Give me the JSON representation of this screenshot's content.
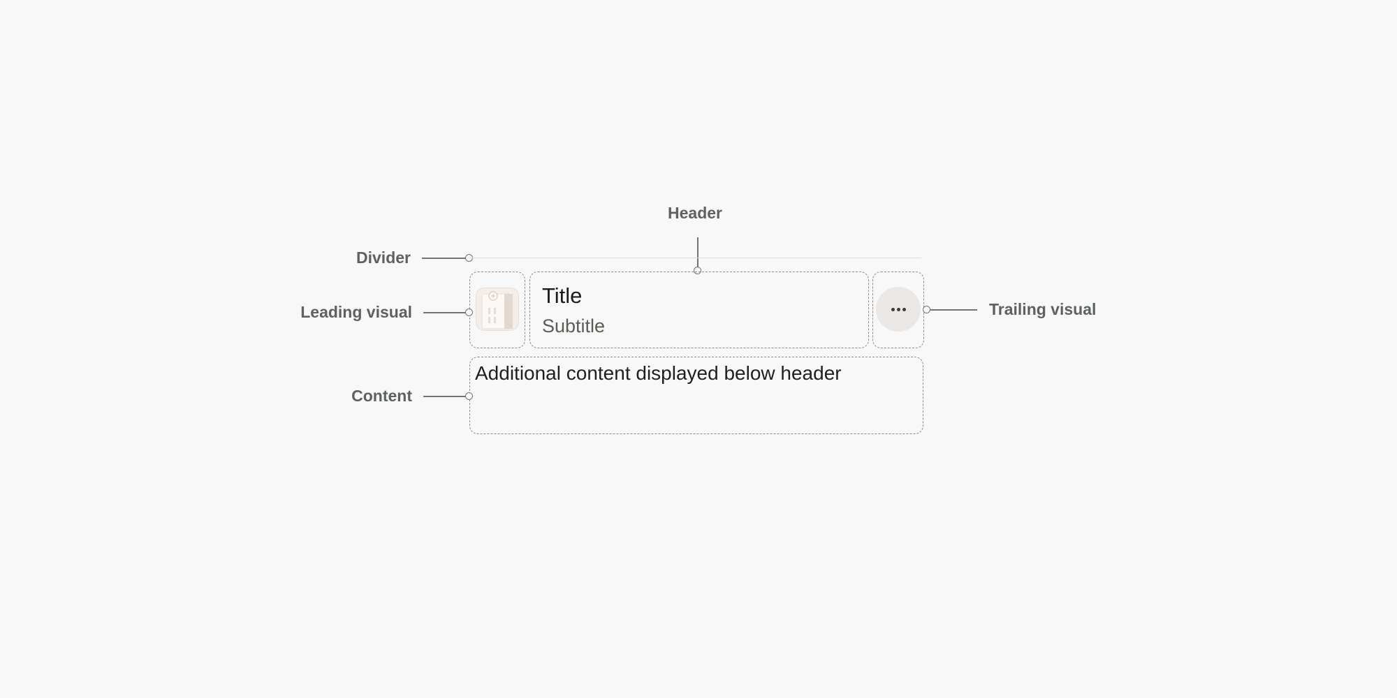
{
  "annotations": {
    "header": "Header",
    "divider": "Divider",
    "leading_visual": "Leading visual",
    "trailing_visual": "Trailing visual",
    "content": "Content"
  },
  "list_item": {
    "title": "Title",
    "subtitle": "Subtitle",
    "content": "Additional content displayed below header",
    "leading_icon": "building-icon",
    "trailing_icon": "more-horizontal-icon"
  },
  "colors": {
    "background": "#f7f8f7",
    "annotation_text": "#5d625f",
    "dashed_outline": "#8a8e8c",
    "trailing_button_bg": "#ebe7e4",
    "thumbnail_bg": "#f4eeea"
  }
}
